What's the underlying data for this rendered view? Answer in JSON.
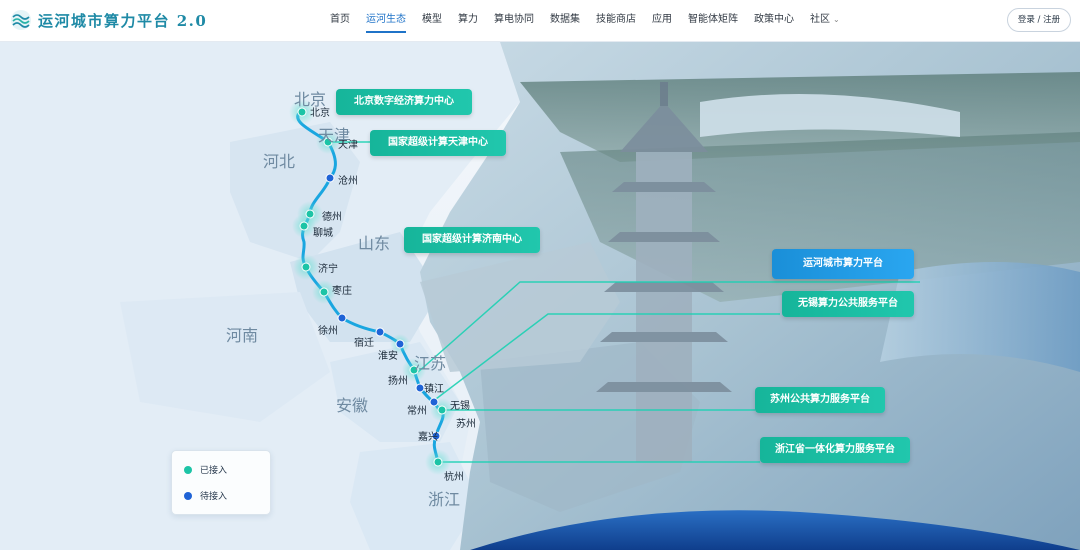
{
  "header": {
    "logo_text": "运河城市算力平台 2.0",
    "nav": [
      {
        "label": "首页",
        "active": false
      },
      {
        "label": "运河生态",
        "active": true
      },
      {
        "label": "模型",
        "active": false
      },
      {
        "label": "算力",
        "active": false
      },
      {
        "label": "算电协同",
        "active": false
      },
      {
        "label": "数据集",
        "active": false
      },
      {
        "label": "技能商店",
        "active": false
      },
      {
        "label": "应用",
        "active": false
      },
      {
        "label": "智能体矩阵",
        "active": false
      },
      {
        "label": "政策中心",
        "active": false
      },
      {
        "label": "社区",
        "active": false
      }
    ],
    "login_label": "登录 / 注册"
  },
  "map": {
    "provinces": {
      "beijing": "北京",
      "tianjin": "天津",
      "hebei": "河北",
      "shandong": "山东",
      "henan": "河南",
      "jiangsu": "江苏",
      "anhui": "安徽",
      "zhejiang": "浙江"
    },
    "cities": {
      "beijing": "北京",
      "tianjin": "天津",
      "cangzhou": "沧州",
      "dezhou": "德州",
      "liaocheng": "聊城",
      "jining": "济宁",
      "zaozhuang": "枣庄",
      "xuzhou": "徐州",
      "suqian": "宿迁",
      "huaian": "淮安",
      "yangzhou": "扬州",
      "zhenjiang": "镇江",
      "changzhou": "常州",
      "wuxi": "无锡",
      "suzhou": "苏州",
      "jiaxing": "嘉兴",
      "hangzhou": "杭州"
    }
  },
  "callouts": {
    "beijing_center": "北京数字经济算力中心",
    "tianjin_center": "国家超级计算天津中心",
    "jinan_center": "国家超级计算济南中心",
    "canal_platform": "运河城市算力平台",
    "wuxi_platform": "无锡算力公共服务平台",
    "suzhou_platform": "苏州公共算力服务平台",
    "zhejiang_platform": "浙江省一体化算力服务平台"
  },
  "legend": {
    "connected": "已接入",
    "pending": "待接入"
  },
  "colors": {
    "connected": "#1cc4a6",
    "pending": "#1f63d6",
    "accent": "#1f73c8"
  }
}
